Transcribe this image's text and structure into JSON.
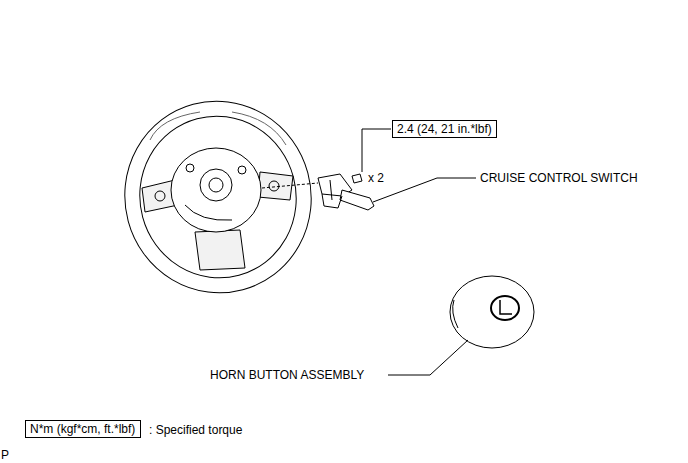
{
  "diagram": {
    "nodes": [
      {
        "text": [
          "2.4 (24, 21 in.*lbf)"
        ]
      },
      {
        "text": [
          "N*m (kgf*cm, ft.*lbf)"
        ]
      }
    ],
    "labels": [
      "x 2",
      "CRUISE CONTROL SWITCH",
      "HORN BUTTON ASSEMBLY",
      ": Specified torque",
      "P"
    ]
  }
}
